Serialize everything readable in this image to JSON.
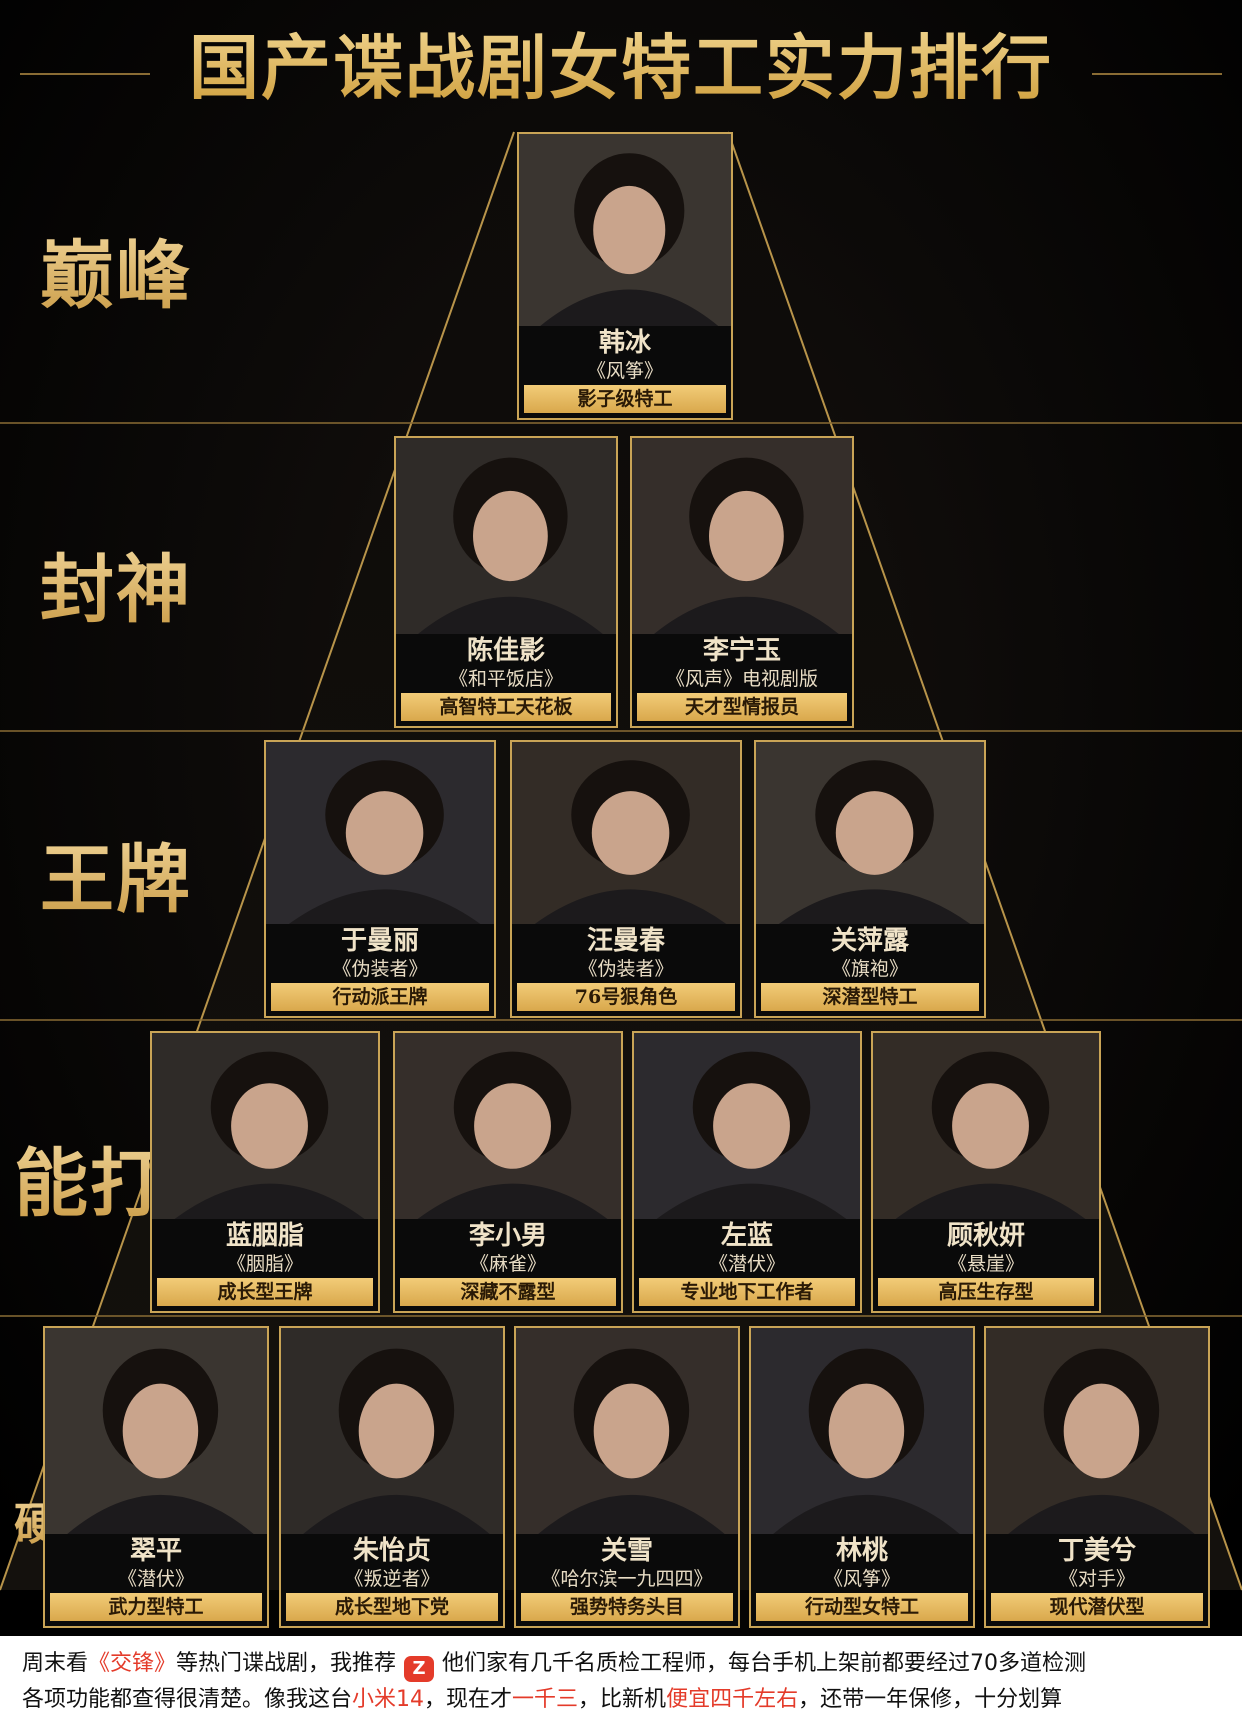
{
  "title": "国产谍战剧女特工实力排行",
  "colors": {
    "gold": "#c9a456",
    "tag_bg": "#e9bd63",
    "highlight": "#e43b2a"
  },
  "tiers": [
    {
      "label": "巅峰"
    },
    {
      "label": "封神"
    },
    {
      "label": "王牌"
    },
    {
      "label": "能打"
    },
    {
      "label": "硬核"
    }
  ],
  "cards": [
    {
      "name": "韩冰",
      "drama": "《风筝》",
      "tag": "影子级特工"
    },
    {
      "name": "陈佳影",
      "drama": "《和平饭店》",
      "tag": "高智特工天花板"
    },
    {
      "name": "李宁玉",
      "drama": "《风声》电视剧版",
      "tag": "天才型情报员"
    },
    {
      "name": "于曼丽",
      "drama": "《伪装者》",
      "tag": "行动派王牌"
    },
    {
      "name": "汪曼春",
      "drama": "《伪装者》",
      "tag": "76号狠角色"
    },
    {
      "name": "关萍露",
      "drama": "《旗袍》",
      "tag": "深潜型特工"
    },
    {
      "name": "蓝胭脂",
      "drama": "《胭脂》",
      "tag": "成长型王牌"
    },
    {
      "name": "李小男",
      "drama": "《麻雀》",
      "tag": "深藏不露型"
    },
    {
      "name": "左蓝",
      "drama": "《潜伏》",
      "tag": "专业地下工作者"
    },
    {
      "name": "顾秋妍",
      "drama": "《悬崖》",
      "tag": "高压生存型"
    },
    {
      "name": "翠平",
      "drama": "《潜伏》",
      "tag": "武力型特工"
    },
    {
      "name": "朱怡贞",
      "drama": "《叛逆者》",
      "tag": "成长型地下党"
    },
    {
      "name": "关雪",
      "drama": "《哈尔滨一九四四》",
      "tag": "强势特务头目"
    },
    {
      "name": "林桃",
      "drama": "《风筝》",
      "tag": "行动型女特工"
    },
    {
      "name": "丁美兮",
      "drama": "《对手》",
      "tag": "现代潜伏型"
    }
  ],
  "footer": {
    "line1_a": "周末看",
    "line1_hl": "《交锋》",
    "line1_b": "等热门谍战剧，我推荐",
    "brand_logo_icon": "zhuanzhuan-logo-icon",
    "line1_c": "他们家有几千名质检工程师，每台手机上架前都要经过70多道检测",
    "line2_a": "各项功能都查得很清楚。像我这台",
    "line2_hl1": "小米14",
    "line2_b": "，现在才",
    "line2_hl2": "一千三",
    "line2_c": "，比新机",
    "line2_hl3": "便宜四千左右",
    "line2_d": "，还带一年保修，十分划算"
  }
}
